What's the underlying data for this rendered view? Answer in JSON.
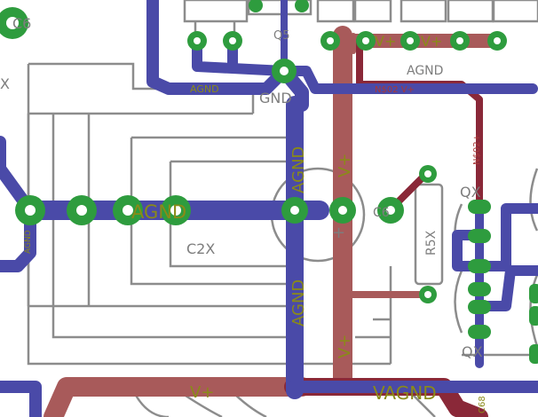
{
  "labels": {
    "c6_top_left": "C6",
    "q5": "Q5",
    "agnd_small_top": "AGND",
    "gnd": "GND",
    "nso2_vplus": "N$02  V+",
    "vplus_a": "V+",
    "vplus_b": "V+",
    "agnd_top_right": "AGND",
    "nso_right": "N$02+",
    "agnd_big_mid": "AGND",
    "agnd_vert_upper": "AGND",
    "vplus_vert_upper": "V+",
    "agnd_vert_lower": "AGND",
    "vplus_vert_lower": "V+",
    "c2x": "C2X",
    "c6_mid": "C6",
    "r5x": "R5X",
    "qx_top": "QX",
    "qx_bottom": "QX",
    "vplus_bottom": "V+",
    "vagnd_bottom": "VAGND",
    "x_left": "X",
    "small_left_vert": "AGND",
    "v68": "C68",
    "plus_sign": "+"
  },
  "colors": {
    "trace_blue": "#4a4aa8",
    "trace_red": "#a85a5a",
    "trace_darkred": "#8a2838",
    "pad_green": "#2e9c3e",
    "silkscreen": "#8c8c8c",
    "label_olive": "#8a8a18"
  }
}
